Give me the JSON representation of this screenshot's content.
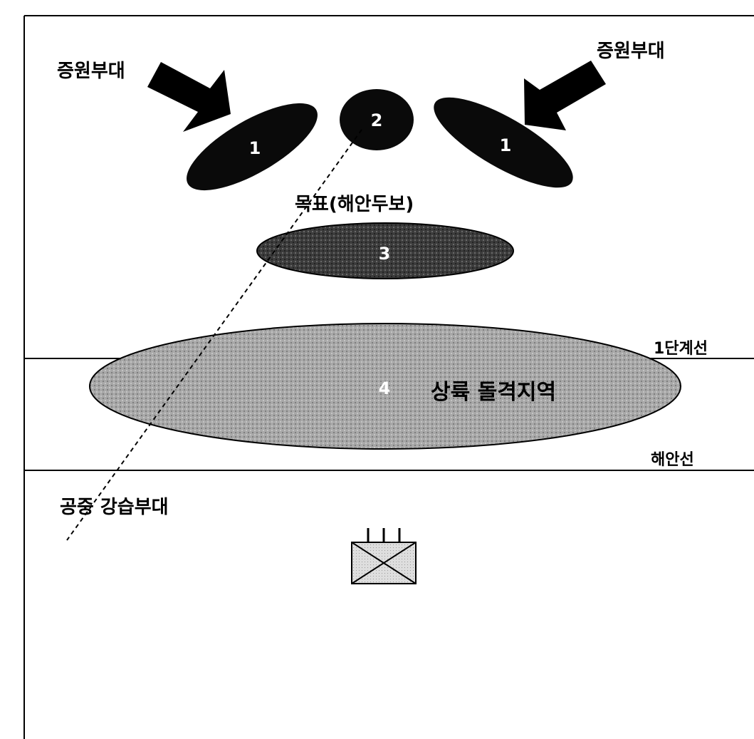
{
  "diagram": {
    "labels": {
      "reinforcement_left": "증원부대",
      "reinforcement_right": "증원부대",
      "objective": "목표(해안두보)",
      "phase_line": "1단계선",
      "landing_zone": "상륙 돌격지역",
      "coastline": "해안선",
      "air_assault": "공중 강습부대"
    },
    "numbers": {
      "left_unit": "1",
      "center_unit": "2",
      "right_unit": "1",
      "objective_unit": "3",
      "landing_unit": "4"
    },
    "colors": {
      "ink": "#000000",
      "paper": "#ffffff",
      "unit_dark": "#0a0a0a",
      "objective_fill": "#3c3c3c",
      "landing_fill": "#a8a8a8",
      "symbol_fill": "#d4d4d4"
    },
    "icons": {
      "reinforcement_arrow": "thick-arrow",
      "unit_symbol": "infantry-unit-symbol"
    }
  }
}
